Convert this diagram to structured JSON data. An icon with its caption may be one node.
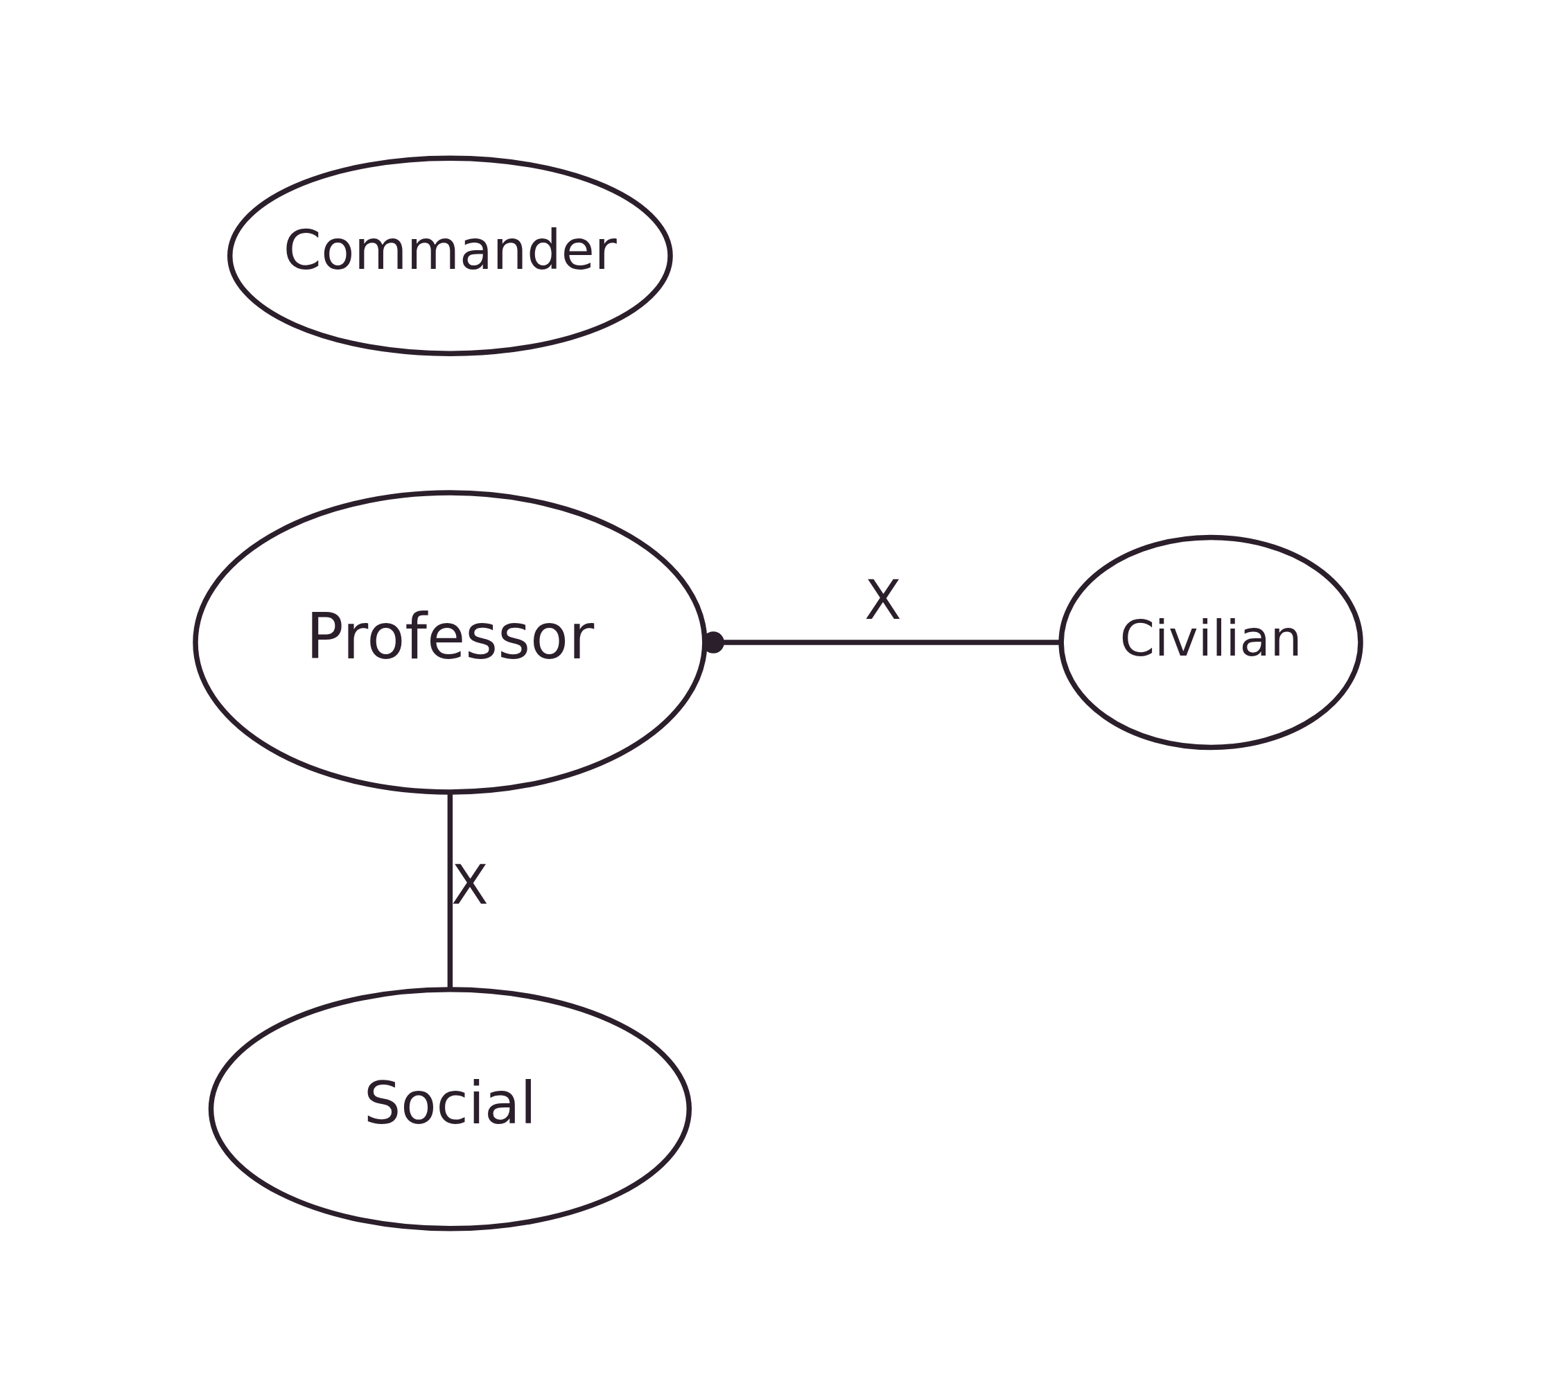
{
  "diagram": {
    "nodes": [
      {
        "text": [
          "Commander"
        ]
      },
      {
        "text": [
          "Professor"
        ]
      },
      {
        "text": [
          "Civilian"
        ]
      },
      {
        "text": [
          "Social"
        ]
      }
    ],
    "edges": [
      {
        "from": 1,
        "to": 2,
        "arrow": "other",
        "label": "X"
      },
      {
        "from": 1,
        "to": 3,
        "arrow": "none",
        "label": "X"
      }
    ]
  }
}
